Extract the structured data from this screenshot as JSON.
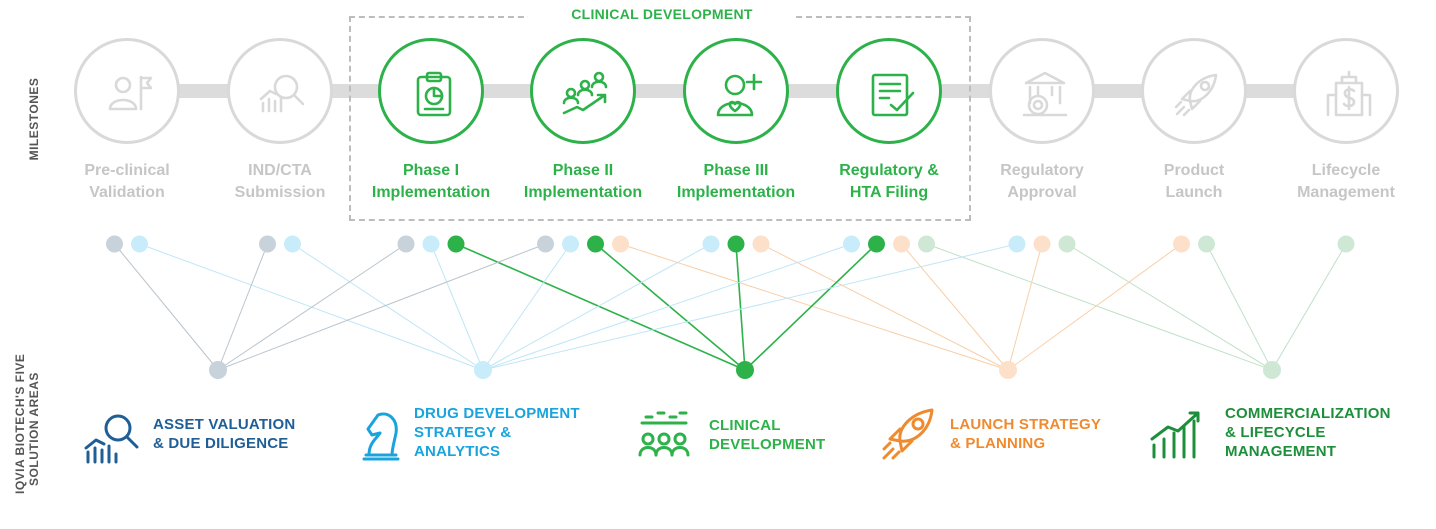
{
  "side_labels": {
    "milestones": "MILESTONES",
    "solution_areas_line1": "IQVIA BIOTECH'S FIVE",
    "solution_areas_line2": "SOLUTION AREAS"
  },
  "phase_group": {
    "title": "CLINICAL DEVELOPMENT"
  },
  "milestones": [
    {
      "line1": "Pre-clinical",
      "line2": "Validation",
      "icon": "person-flag-icon",
      "active": false
    },
    {
      "line1": "IND/CTA",
      "line2": "Submission",
      "icon": "magnifier-chart-icon",
      "active": false
    },
    {
      "line1": "Phase I",
      "line2": "Implementation",
      "icon": "clipboard-chart-icon",
      "active": true
    },
    {
      "line1": "Phase II",
      "line2": "Implementation",
      "icon": "people-growth-icon",
      "active": true
    },
    {
      "line1": "Phase III",
      "line2": "Implementation",
      "icon": "person-heart-plus-icon",
      "active": true
    },
    {
      "line1": "Regulatory &",
      "line2": "HTA Filing",
      "icon": "document-check-icon",
      "active": true
    },
    {
      "line1": "Regulatory",
      "line2": "Approval",
      "icon": "government-seal-icon",
      "active": false
    },
    {
      "line1": "Product",
      "line2": "Launch",
      "icon": "rocket-icon",
      "active": false
    },
    {
      "line1": "Lifecycle",
      "line2": "Management",
      "icon": "dollar-building-icon",
      "active": false
    }
  ],
  "solution_areas": [
    {
      "lines": [
        "ASSET VALUATION",
        "& DUE DILIGENCE"
      ],
      "color": "#1f5e96",
      "icon": "magnifier-bar-chart-icon"
    },
    {
      "lines": [
        "DRUG DEVELOPMENT",
        "STRATEGY &",
        "ANALYTICS"
      ],
      "color": "#1aa3dd",
      "icon": "chess-knight-icon"
    },
    {
      "lines": [
        "CLINICAL",
        "DEVELOPMENT"
      ],
      "color": "#2db24a",
      "icon": "people-chart-icon"
    },
    {
      "lines": [
        "LAUNCH STRATEGY",
        "& PLANNING"
      ],
      "color": "#f08a2e",
      "icon": "rocket-icon"
    },
    {
      "lines": [
        "COMMERCIALIZATION",
        "& LIFECYCLE",
        "MANAGEMENT"
      ],
      "color": "#1d8f3a",
      "icon": "growth-bars-icon"
    }
  ],
  "colors": {
    "active_green": "#2db24a",
    "inactive_gray": "#d9d9d9",
    "dot_gray": "#c7d2db",
    "dot_lightblue": "#c9ecfb",
    "dot_peach": "#fde0c9",
    "dot_mint": "#cfe8d5"
  },
  "connections": [
    {
      "milestone": 0,
      "area": 0
    },
    {
      "milestone": 0,
      "area": 1
    },
    {
      "milestone": 1,
      "area": 0
    },
    {
      "milestone": 1,
      "area": 1
    },
    {
      "milestone": 2,
      "area": 0
    },
    {
      "milestone": 2,
      "area": 1
    },
    {
      "milestone": 2,
      "area": 2
    },
    {
      "milestone": 3,
      "area": 0
    },
    {
      "milestone": 3,
      "area": 1
    },
    {
      "milestone": 3,
      "area": 2
    },
    {
      "milestone": 3,
      "area": 3
    },
    {
      "milestone": 4,
      "area": 1
    },
    {
      "milestone": 4,
      "area": 2
    },
    {
      "milestone": 4,
      "area": 3
    },
    {
      "milestone": 5,
      "area": 1
    },
    {
      "milestone": 5,
      "area": 2
    },
    {
      "milestone": 5,
      "area": 3
    },
    {
      "milestone": 5,
      "area": 4
    },
    {
      "milestone": 6,
      "area": 1
    },
    {
      "milestone": 6,
      "area": 3
    },
    {
      "milestone": 6,
      "area": 4
    },
    {
      "milestone": 7,
      "area": 3
    },
    {
      "milestone": 7,
      "area": 4
    },
    {
      "milestone": 8,
      "area": 4
    }
  ]
}
